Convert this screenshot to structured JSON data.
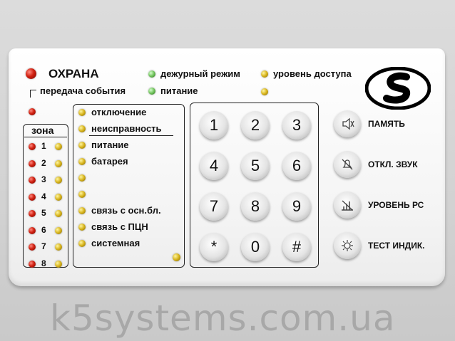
{
  "header": {
    "okhrana": "ОХРАНА",
    "peredacha": "передача события",
    "dezhurny": "дежурный режим",
    "uroven_dostupa": "уровень доступа",
    "pitanie": "питание"
  },
  "zone": {
    "title": "зона",
    "numbers": [
      "1",
      "2",
      "3",
      "4",
      "5",
      "6",
      "7",
      "8"
    ]
  },
  "status": {
    "items": [
      "отключение",
      "неисправность",
      "питание",
      "батарея",
      "",
      "",
      "связь с осн.бл.",
      "связь с ПЦН",
      "системная"
    ]
  },
  "keypad": {
    "keys": [
      "1",
      "2",
      "3",
      "4",
      "5",
      "6",
      "7",
      "8",
      "9",
      "*",
      "0",
      "#"
    ]
  },
  "functions": [
    {
      "label": "ПАМЯТЬ",
      "icon": "mute-speaker-icon"
    },
    {
      "label": "ОТКЛ. ЗВУК",
      "icon": "bell-off-icon"
    },
    {
      "label": "УРОВЕНЬ РС",
      "icon": "signal-level-icon"
    },
    {
      "label": "ТЕСТ ИНДИК.",
      "icon": "lamp-test-icon"
    }
  ],
  "watermark": "k5systems.com.ua",
  "colors": {
    "led_red": "#d02010",
    "led_yellow": "#d6b21a",
    "led_green": "#6fc25a"
  }
}
